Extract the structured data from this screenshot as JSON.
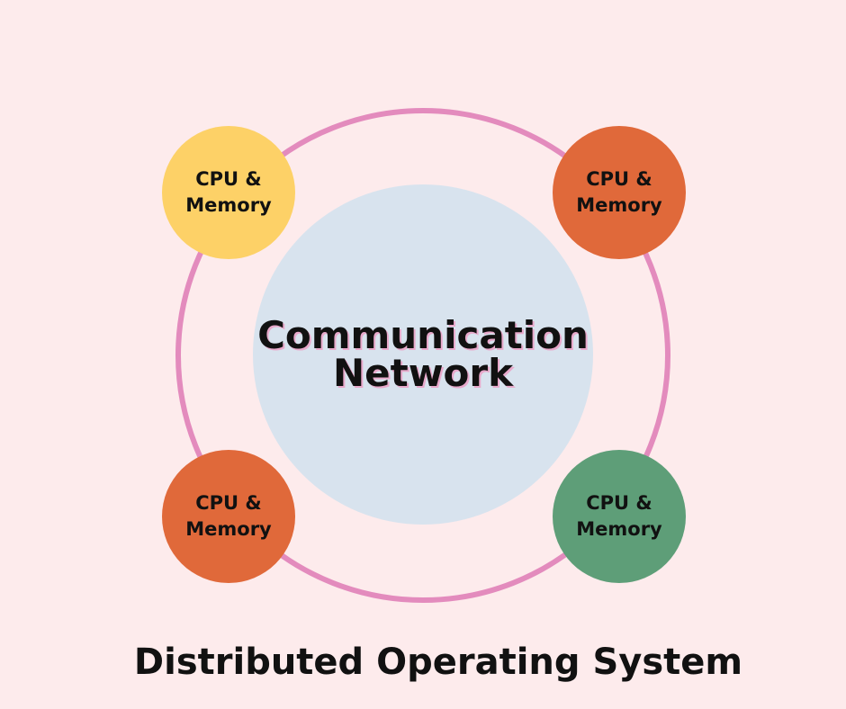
{
  "diagram": {
    "hub": {
      "line1": "Communication",
      "line2": "Network",
      "color": "#d8e3ee"
    },
    "ring_color": "#e38bbd",
    "nodes": [
      {
        "line1": "CPU &",
        "line2": "Memory",
        "color": "#fdd167"
      },
      {
        "line1": "CPU &",
        "line2": "Memory",
        "color": "#e0693a"
      },
      {
        "line1": "CPU &",
        "line2": "Memory",
        "color": "#e0693a"
      },
      {
        "line1": "CPU &",
        "line2": "Memory",
        "color": "#5e9e78"
      }
    ]
  },
  "caption": "Distributed Operating System"
}
